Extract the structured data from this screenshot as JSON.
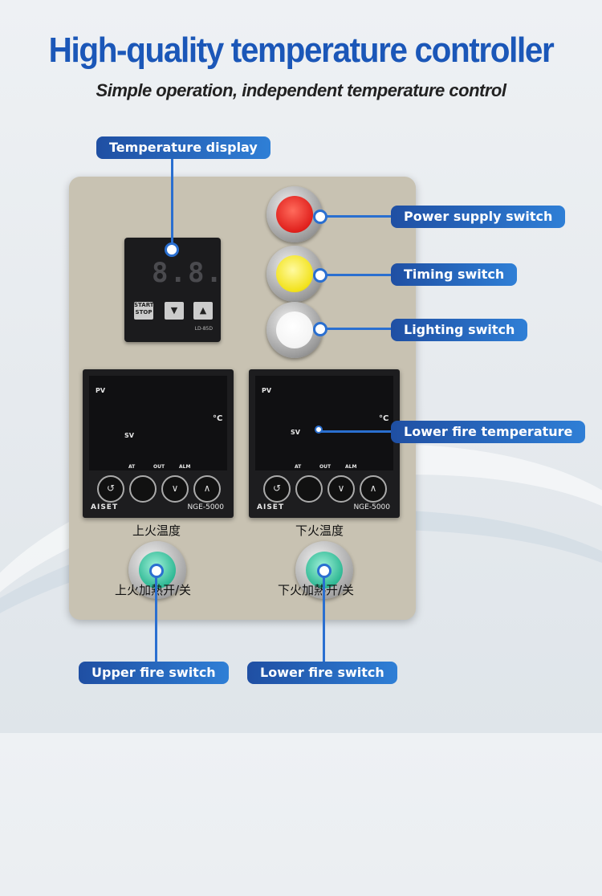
{
  "header": {
    "title": "High-quality temperature controller",
    "subtitle": "Simple operation, independent temperature control"
  },
  "callouts": {
    "temperature_display": "Temperature display",
    "power_supply_switch": "Power supply switch",
    "timing_switch": "Timing switch",
    "lighting_switch": "Lighting switch",
    "lower_fire_temperature": "Lower fire temperature",
    "upper_fire_switch": "Upper fire switch",
    "lower_fire_switch": "Lower fire switch"
  },
  "timer": {
    "digits": "8.8.",
    "start_stop": "START STOP",
    "down": "▼",
    "up": "▲",
    "model": "LD-85D"
  },
  "controllers": [
    {
      "pv": "PV",
      "sv": "SV",
      "unit": "°C",
      "at": "AT",
      "out": "OUT",
      "alm": "ALM",
      "brand": "AISET",
      "model": "NGE-5000",
      "caption": "上火温度",
      "switch_caption": "上火加熱开/关"
    },
    {
      "pv": "PV",
      "sv": "SV",
      "unit": "°C",
      "at": "AT",
      "out": "OUT",
      "alm": "ALM",
      "brand": "AISET",
      "model": "NGE-5000",
      "caption": "下火温度",
      "switch_caption": "下火加熱开/关"
    }
  ],
  "colors": {
    "accent": "#1b57b8",
    "callout": "#2a6fd0",
    "panel": "#c8c2b2",
    "lamp_red": "#e0201c",
    "lamp_yellow": "#f2e21a",
    "lamp_white": "#f4f4f4",
    "knob_green": "#2fb894"
  },
  "icons": {
    "timer_down": "triangle-down-icon",
    "timer_up": "triangle-up-icon",
    "ctrl_keys": [
      "cycle-icon",
      "blank-key",
      "chevron-down-icon",
      "chevron-up-icon"
    ]
  }
}
